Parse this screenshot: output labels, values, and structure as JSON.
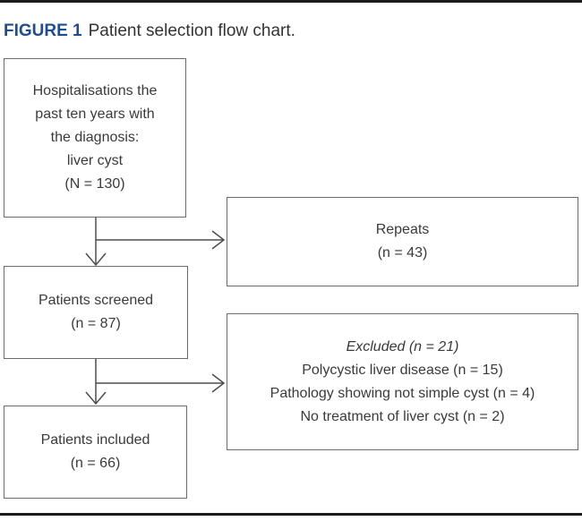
{
  "figure": {
    "label": "FIGURE 1",
    "caption": "Patient selection flow chart."
  },
  "flowchart": {
    "nodes": {
      "hospitalisations": {
        "lines": [
          "Hospitalisations the",
          "past ten years with",
          "the diagnosis:",
          "liver cyst",
          "(N = 130)"
        ]
      },
      "repeats": {
        "lines": [
          "Repeats",
          "(n = 43)"
        ]
      },
      "screened": {
        "lines": [
          "Patients screened",
          "(n = 87)"
        ]
      },
      "excluded": {
        "title": "Excluded (n = 21)",
        "lines": [
          "Polycystic liver disease (n = 15)",
          "Pathology showing not simple cyst (n = 4)",
          "No treatment of liver cyst (n = 2)"
        ]
      },
      "included": {
        "lines": [
          "Patients included",
          "(n = 66)"
        ]
      }
    },
    "edges": [
      {
        "from": "hospitalisations",
        "to": "screened"
      },
      {
        "from": "hospitalisations",
        "to": "repeats"
      },
      {
        "from": "screened",
        "to": "included"
      },
      {
        "from": "screened",
        "to": "excluded"
      }
    ]
  },
  "colors": {
    "figure_label": "#1e4e8c",
    "text": "#3a3a3a",
    "box_border": "#6b6b6b",
    "arrow": "#4d4d4d",
    "rule": "#1b1b1b"
  }
}
